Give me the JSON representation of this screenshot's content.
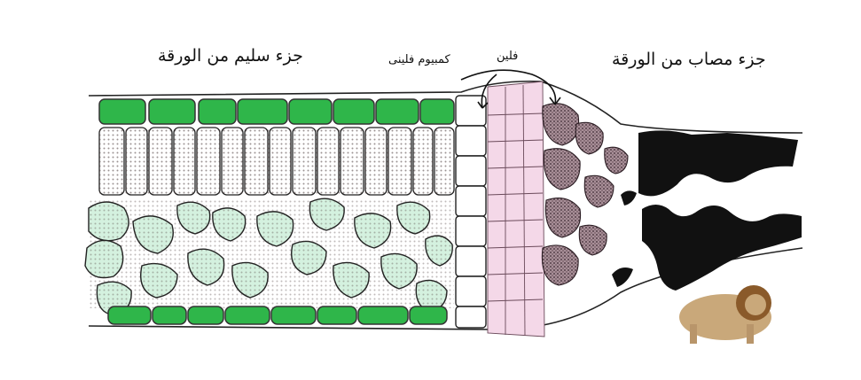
{
  "labels": {
    "healthy_part": "جزء سليم من الورقة",
    "infected_part": "جزء مصاب من الورقة",
    "cork_cambium": "كمبيوم فلينى",
    "cork": "فلين"
  },
  "colors": {
    "epidermis_green": "#2fb64a",
    "mesophyll_light": "#d4f1df",
    "cork_pink": "#f4d8e8",
    "infected_brown": "#8b6f78",
    "dead_tissue": "#111111",
    "background": "#ffffff"
  },
  "icons": {
    "mascot": "lion-icon"
  }
}
